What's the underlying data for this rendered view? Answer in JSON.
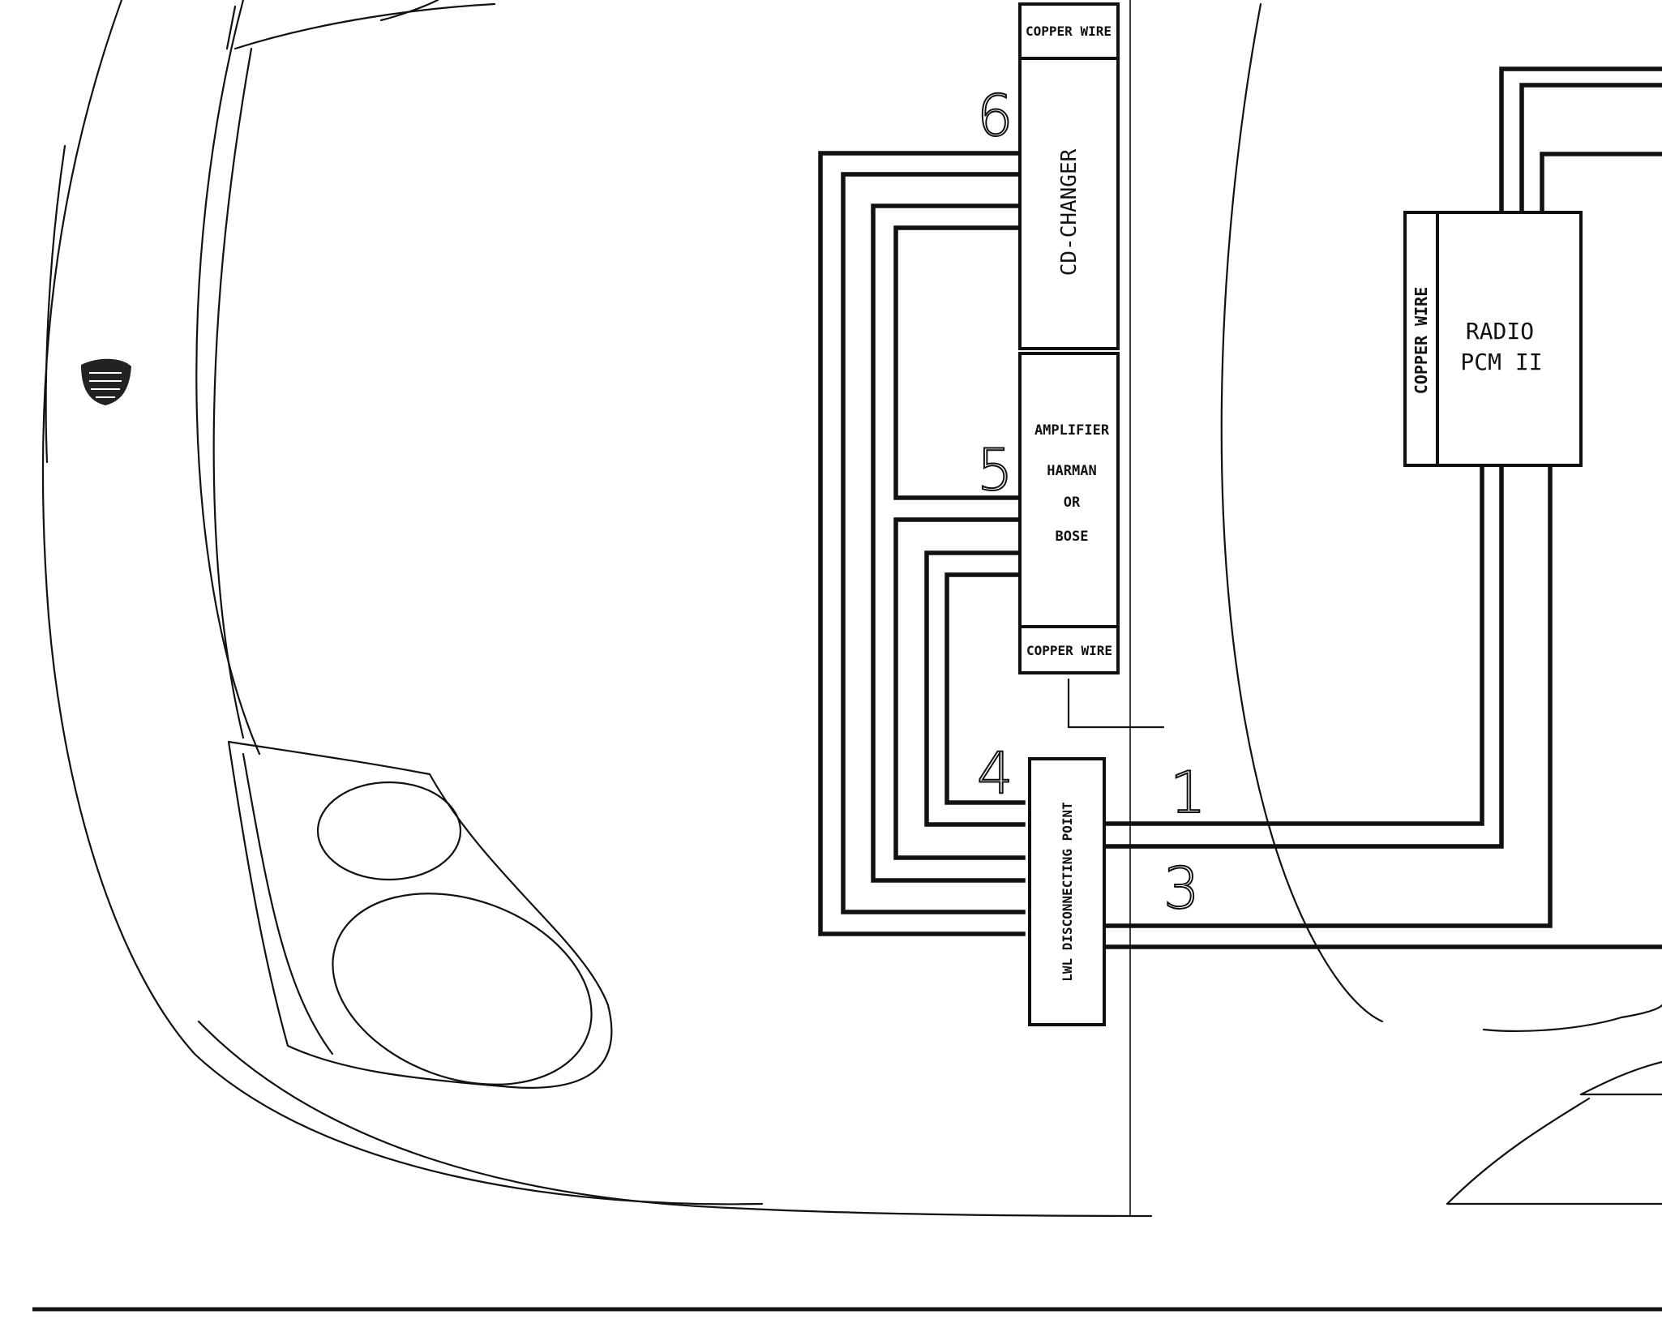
{
  "diagram": {
    "components": {
      "cd_changer": "CD-CHANGER",
      "copper_wire_top": "COPPER WIRE",
      "amplifier_line1": "AMPLIFIER",
      "amplifier_line2": "HARMAN",
      "amplifier_line3": "OR",
      "amplifier_line4": "BOSE",
      "copper_wire_bottom": "COPPER WIRE",
      "lwl_point": "LWL DISCONNECTING POINT",
      "radio_line1": "RADIO",
      "radio_line2": "PCM II",
      "copper_wire_radio": "COPPER WIRE"
    },
    "numbers": {
      "n1": "1",
      "n3": "3",
      "n4": "4",
      "n5": "5",
      "n6": "6"
    }
  }
}
